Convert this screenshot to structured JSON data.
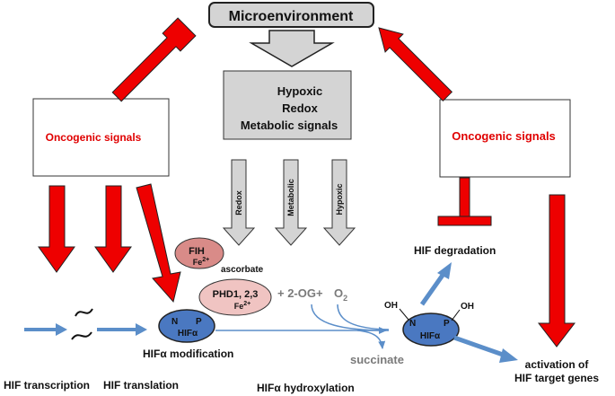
{
  "top_box": {
    "label": "Microenvironment"
  },
  "signals_box": {
    "lines": [
      "Hypoxic",
      "Redox",
      "Metabolic signals"
    ]
  },
  "left_box": {
    "label": "Oncogenic signals"
  },
  "right_box": {
    "label": "Oncogenic signals"
  },
  "down_arrows": [
    {
      "label": "Redox"
    },
    {
      "label": "Metabolic"
    },
    {
      "label": "Hypoxic"
    }
  ],
  "fih": {
    "label": "FIH",
    "cofactor": "Fe",
    "superscript": "2+",
    "note": "ascorbate"
  },
  "phd": {
    "label": "PHD1, 2,3",
    "cofactor": "Fe",
    "superscript": "2+"
  },
  "cosubstrates": {
    "og": "+ 2-OG+",
    "o2": "O",
    "o2_sub": "2"
  },
  "succinate": "succinate",
  "hif_left": {
    "n": "N",
    "p": "P",
    "name": "HIFα"
  },
  "hif_right": {
    "n": "N",
    "p": "P",
    "name": "HIFα",
    "oh_left": "OH",
    "oh_right": "OH"
  },
  "labels": {
    "hif_degradation": "HIF degradation",
    "hif_modification": "HIFα modification",
    "hif_transcription": "HIF transcription",
    "hif_translation": "HIF translation",
    "hif_hydroxylation_prefix": "HIF",
    "hif_hydroxylation_suffix": "α hydroxylation",
    "activation_line1": "activation of",
    "activation_line2": "HIF target genes"
  },
  "colors": {
    "red_arrow": "#ee0000",
    "gray_box": "#d4d4d4",
    "blue_arrow": "#5b8ec9",
    "hif_blue": "#4a78c1",
    "fih_fill": "#d98b88",
    "phd_fill": "#f0c4c2",
    "oncogenic_text": "#e00000",
    "gray_text": "#7a7a7a"
  }
}
